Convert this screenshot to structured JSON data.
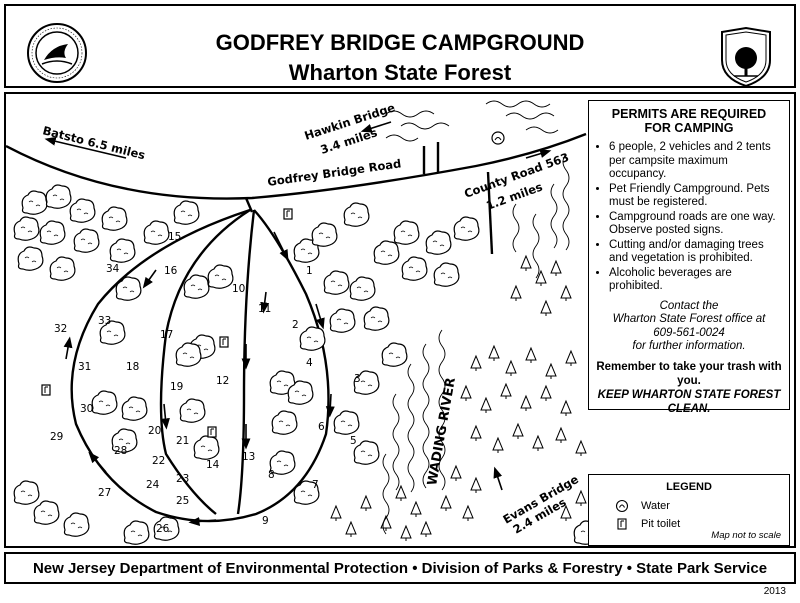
{
  "header": {
    "title": "GODFREY BRIDGE CAMPGROUND",
    "subtitle": "Wharton State Forest"
  },
  "map": {
    "road_labels": {
      "batsto": "Batsto 6.5 miles",
      "hawkin": "Hawkin Bridge",
      "hawkin_dist": "3.4 miles",
      "godfrey_road": "Godfrey Bridge Road",
      "county_road": "County Road 563",
      "county_dist": "1.2 miles",
      "river": "WADING RIVER",
      "evans": "Evans Bridge",
      "evans_dist": "2.4 miles"
    },
    "sites": [
      "1",
      "2",
      "3",
      "4",
      "5",
      "6",
      "7",
      "8",
      "9",
      "10",
      "11",
      "12",
      "13",
      "14",
      "15",
      "16",
      "17",
      "18",
      "19",
      "20",
      "21",
      "22",
      "23",
      "24",
      "25",
      "26",
      "27",
      "28",
      "29",
      "30",
      "31",
      "32",
      "33",
      "34"
    ]
  },
  "permits": {
    "title_line1": "PERMITS ARE REQUIRED",
    "title_line2": "FOR CAMPING",
    "rules": [
      "6 people, 2 vehicles and 2 tents per campsite maximum occupancy.",
      "Pet Friendly Campground. Pets must be registered.",
      "Campground roads are one way. Observe posted signs.",
      "Cutting and/or damaging trees and vegetation is prohibited.",
      "Alcoholic beverages are prohibited."
    ],
    "contact_line1": "Contact the",
    "contact_line2": "Wharton State Forest office at",
    "contact_phone": "609-561-0024",
    "contact_line3": "for further information.",
    "remember": "Remember to take your trash with you.",
    "keep": "KEEP WHARTON STATE FOREST CLEAN."
  },
  "legend": {
    "title": "LEGEND",
    "water": "Water",
    "toilet": "Pit toilet",
    "note": "Map not to scale"
  },
  "footer": {
    "text": "New Jersey Department of Environmental Protection • Division of Parks & Forestry • State Park Service"
  },
  "year": "2013",
  "seal_icon": "nj-dep-seal-icon",
  "badge_icon": "parks-forestry-badge-icon"
}
